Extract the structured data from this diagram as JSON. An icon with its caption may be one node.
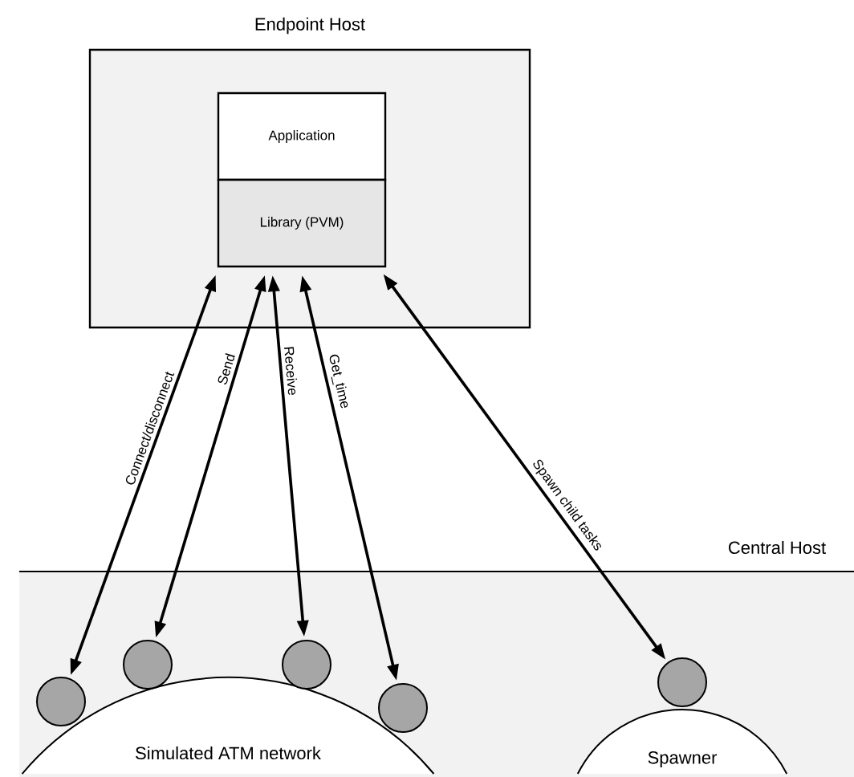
{
  "diagram": {
    "nodes": [
      {
        "text": [
          "Endpoint Host"
        ]
      },
      {
        "text": [
          "Application"
        ],
        "in": 0
      },
      {
        "text": [
          "Library (PVM)"
        ],
        "in": 0
      },
      {
        "text": [
          "Central Host"
        ]
      },
      {
        "text": [
          "Simulated ATM network"
        ],
        "in": 3
      },
      {
        "text": [
          "Spawner"
        ],
        "in": 3
      },
      {
        "text": [],
        "shape": "circle",
        "in": 3
      },
      {
        "text": [],
        "shape": "circle",
        "in": 3
      },
      {
        "text": [],
        "shape": "circle",
        "in": 3
      },
      {
        "text": [],
        "shape": "circle",
        "in": 3
      },
      {
        "text": [],
        "shape": "circle",
        "in": 3
      }
    ],
    "edges": [
      {
        "from": 2,
        "to": 6,
        "arrow": "both",
        "label": "Connect/disconnect"
      },
      {
        "from": 2,
        "to": 7,
        "arrow": "both",
        "label": "Send"
      },
      {
        "from": 2,
        "to": 8,
        "arrow": "both",
        "label": "Receive"
      },
      {
        "from": 2,
        "to": 9,
        "arrow": "both",
        "label": "Get_time"
      },
      {
        "from": 2,
        "to": 10,
        "arrow": "both",
        "label": "Spawn child tasks"
      }
    ]
  }
}
